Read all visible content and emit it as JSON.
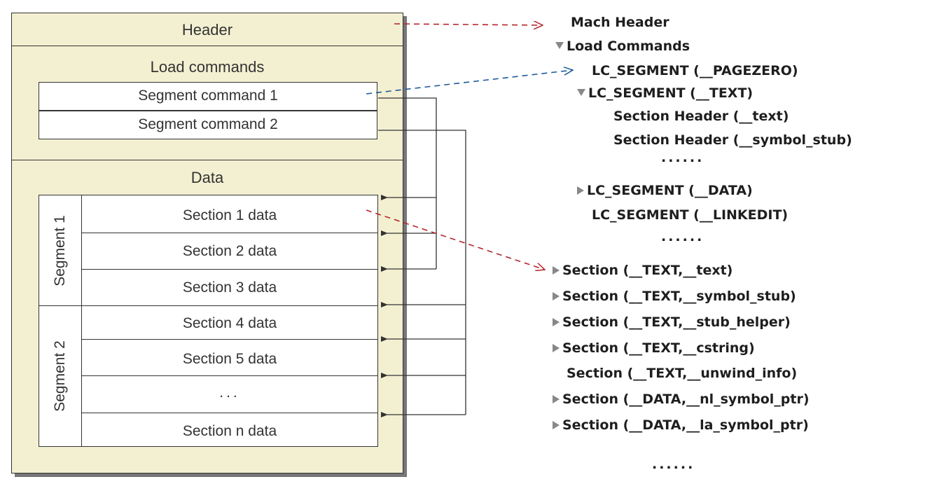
{
  "diagram": {
    "header": "Header",
    "load_commands": "Load commands",
    "segment_commands": [
      "Segment command 1",
      "Segment command 2"
    ],
    "data": "Data",
    "segments": [
      "Segment 1",
      "Segment 2"
    ],
    "sections": [
      "Section 1 data",
      "Section 2 data",
      "Section 3 data",
      "Section 4 data",
      "Section 5 data",
      "...",
      "Section n data"
    ]
  },
  "tree": {
    "mach_header": "Mach Header",
    "load_commands": "Load Commands",
    "lc_pagezero": "LC_SEGMENT (__PAGEZERO)",
    "lc_text": "LC_SEGMENT (__TEXT)",
    "sec_hdr_text": "Section Header (__text)",
    "sec_hdr_symbol_stub": "Section Header (__symbol_stub)",
    "dots1": "......",
    "lc_data": "LC_SEGMENT (__DATA)",
    "lc_linkedit": "LC_SEGMENT (__LINKEDIT)",
    "dots2": "......",
    "sections": [
      "Section (__TEXT,__text)",
      "Section (__TEXT,__symbol_stub)",
      "Section (__TEXT,__stub_helper)",
      "Section (__TEXT,__cstring)",
      "Section (__TEXT,__unwind_info)",
      "Section (__DATA,__nl_symbol_ptr)",
      "Section (__DATA,__la_symbol_ptr)"
    ],
    "dots3": "......"
  },
  "colors": {
    "red_arrow": "#b5262b",
    "blue_arrow": "#1f5a9a",
    "panel_bg": "#f3f0d2",
    "triangle": "#888888"
  }
}
